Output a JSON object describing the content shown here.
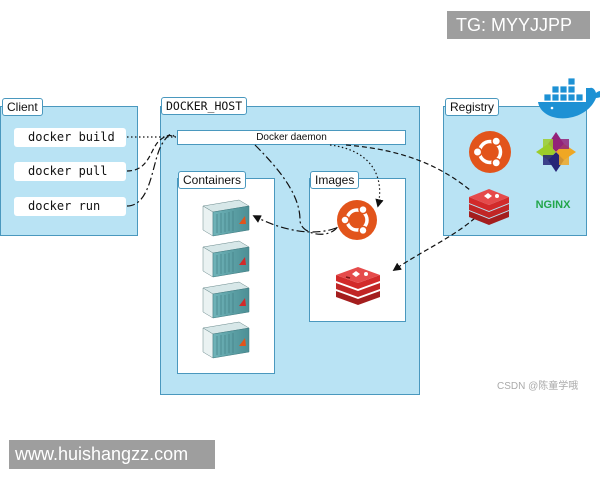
{
  "overlays": {
    "top_right": "TG: MYYJJPP",
    "bottom_left": "www.huishangzz.com"
  },
  "watermark": "CSDN @陈童学哦",
  "client": {
    "title": "Client",
    "commands": [
      "docker build",
      "docker pull",
      "docker run"
    ]
  },
  "docker_host": {
    "title": "DOCKER_HOST",
    "daemon_label": "Docker daemon",
    "containers_title": "Containers",
    "images_title": "Images"
  },
  "registry": {
    "title": "Registry",
    "nginx_label": "NGINX"
  },
  "colors": {
    "panel_fill": "#b9e3f4",
    "panel_border": "#4a98be",
    "ubuntu": "#e2541b",
    "redis": "#d22a2a",
    "nginx": "#22a64a",
    "container_teal": "#5aa2a8"
  },
  "icons": [
    "docker-whale-icon",
    "ubuntu-icon",
    "redis-icon",
    "centos-icon",
    "nginx-icon",
    "container-icon"
  ]
}
